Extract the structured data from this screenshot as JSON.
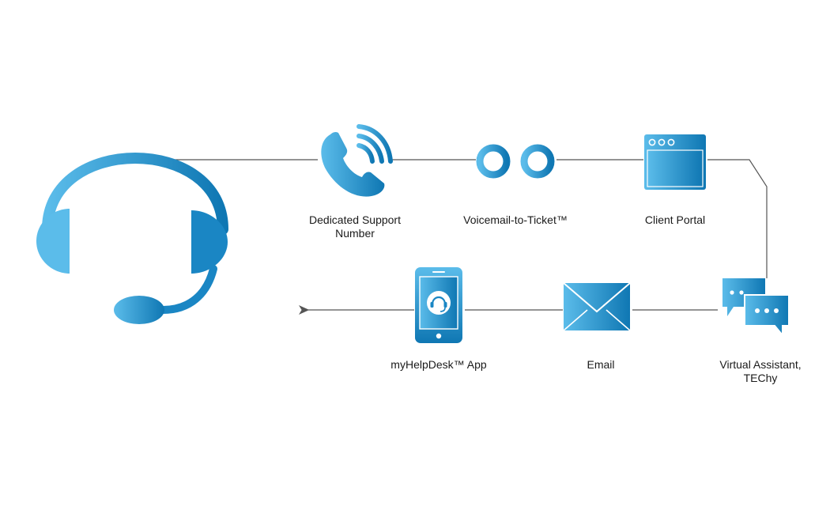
{
  "nodes": {
    "phone": {
      "label_line1": "Dedicated Support",
      "label_line2": "Number",
      "icon": "phone-ringing-icon"
    },
    "voicemail": {
      "label": "Voicemail-to-Ticket™",
      "icon": "voicemail-icon"
    },
    "portal": {
      "label": "Client Portal",
      "icon": "browser-window-icon"
    },
    "assistant": {
      "label_line1": "Virtual Assistant,",
      "label_line2": "TEChy",
      "icon": "chat-bubbles-icon"
    },
    "email": {
      "label": "Email",
      "icon": "envelope-icon"
    },
    "app": {
      "label": "myHelpDesk™ App",
      "icon": "mobile-app-icon"
    }
  },
  "hub": {
    "icon": "headset-icon"
  },
  "colors": {
    "gradient_light": "#5bbcea",
    "gradient_dark": "#0f77b3",
    "line": "#555555"
  }
}
